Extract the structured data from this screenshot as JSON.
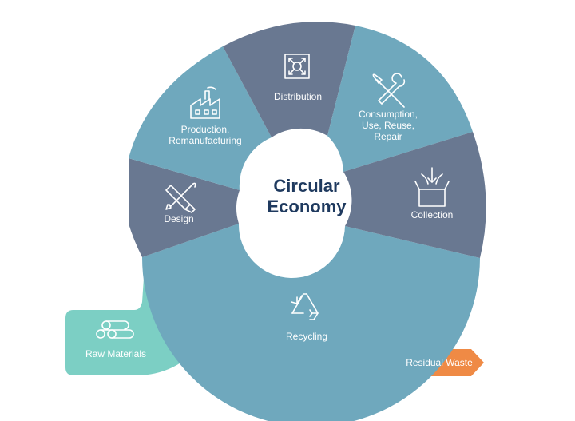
{
  "center": {
    "line1": "Circular",
    "line2": "Economy"
  },
  "segments": {
    "distribution": {
      "label": "Distribution"
    },
    "consumption": {
      "lines": [
        "Consumption,",
        "Use, Reuse,",
        "Repair"
      ]
    },
    "collection": {
      "label": "Collection"
    },
    "recycling": {
      "label": "Recycling"
    },
    "design": {
      "label": "Design"
    },
    "production": {
      "lines": [
        "Production,",
        "Remanufacturing"
      ]
    }
  },
  "raw_materials": {
    "label": "Raw Materials"
  },
  "residual_waste": {
    "label": "Residual Waste"
  },
  "colors": {
    "teal": "#6fa8bd",
    "slate": "#697891",
    "mint": "#7ccfc4",
    "orange": "#ef8a45",
    "center_text": "#1f3a5f"
  },
  "icons": {
    "distribution": "arrows-out-icon",
    "consumption": "tools-icon",
    "collection": "box-arrows-in-icon",
    "recycling": "recycle-icon",
    "design": "pencil-ruler-icon",
    "production": "factory-icon",
    "raw_materials": "logs-icon"
  }
}
